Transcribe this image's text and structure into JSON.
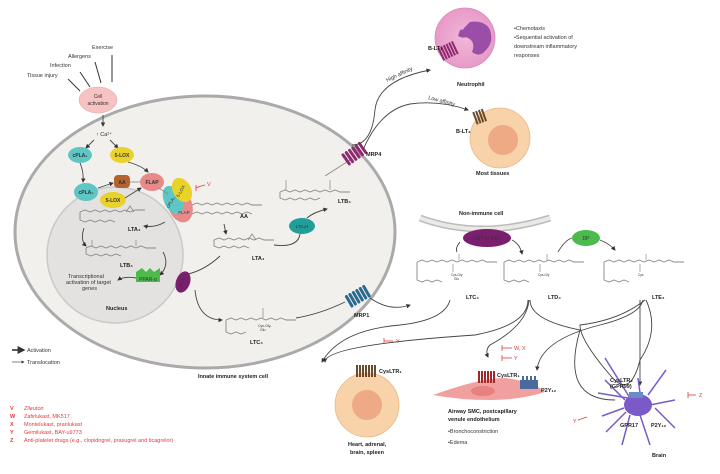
{
  "triggers": [
    "Exercise",
    "Allergens",
    "Infection",
    "Tissue injury"
  ],
  "cell_activation": [
    "Cell",
    "activation"
  ],
  "calcium": "↑ Ca²⁺",
  "enzymes": {
    "cpla2_a": "cPLA₂",
    "lox5_a": "5-LOX",
    "cpla2_b": "cPLA₂",
    "aa_enzyme": "AA",
    "flap_a": "FLAP",
    "lox5_b": "5-LOX",
    "lox5_c": "5-LOX",
    "cpla2_c": "cPLA₂",
    "flap_b": "FLAP",
    "lta4h": "LTA₄H",
    "ltc4s": "LTC₄S",
    "ppar": "PPAR-α",
    "ggt": "GGT or GGL",
    "dp": "DP"
  },
  "molecules": {
    "aa": "AA",
    "lta4_nucleus": "LTA₄",
    "ltb4_nucleus": "LTB₄",
    "lta4": "LTA₄",
    "ltb4": "LTB₄",
    "ltc4_in": "LTC₄",
    "ltc4": "LTC₄",
    "ltd4": "LTD₄",
    "lte4": "LTE₄"
  },
  "nucleus": {
    "label": "Nucleus",
    "transcription": [
      "Transcriptional",
      "activation of target",
      "genes"
    ]
  },
  "transporters": {
    "mrp4": "MRP4",
    "mrp1": "MRP1"
  },
  "cells": {
    "innate": "Innate immune system cell",
    "non_immune": "Non-immune cell",
    "neutrophil": "Neutrophil",
    "most_tissues": "Most tissues",
    "heart": [
      "Heart, adrenal,",
      "brain, spleen"
    ],
    "airway": [
      "Airway SMC, postcapillary",
      "venule endothelium"
    ],
    "brain": "Brain"
  },
  "receptors": {
    "blt1": "B-LT₁",
    "blt2": "B-LT₂",
    "cysltr1_heart": "CysLTR₁",
    "cysltr1_airway": "CysLTR₁",
    "p2y12_airway": "P2Y₁₂",
    "cysltr2_brain": [
      "CysLTR₂",
      "(GPR99)"
    ],
    "gpr17": "GPR17",
    "p2y12_brain": "P2Y₁₂"
  },
  "affinity": {
    "high": "High affinity",
    "low": "Low affinity"
  },
  "neutrophil_effects": [
    "•Chemotaxis",
    "•Sequential activation of",
    "downstream inflammatory",
    "responses"
  ],
  "airway_effects": [
    "•Bronchoconstriction",
    "•Edema"
  ],
  "legend": {
    "activation": "Activation",
    "translocation": "Translocation"
  },
  "inhibition_marks": {
    "lox": "V",
    "heart": "Y",
    "airway_1": "W, X",
    "airway_2": "Y",
    "brain_left": "Y",
    "brain_right": "Z"
  },
  "drugs": [
    {
      "key": "V",
      "text": "Zileuton"
    },
    {
      "key": "W",
      "text": "Zafirlukast, MK517"
    },
    {
      "key": "X",
      "text": "Montelukast, pranlukast"
    },
    {
      "key": "Y",
      "text": "Gemilukast, BAY-u9773"
    },
    {
      "key": "Z",
      "text": "Anti-platelet drugs (e.g., clopidogrel, prasugrel and ticagrelor)"
    }
  ],
  "colors": {
    "cpla2": "#5ec6c4",
    "lox5": "#e9d22a",
    "flap": "#e98a8a",
    "aa_enzyme": "#b5622e",
    "ppar": "#4cbb4c",
    "ltc4s": "#7a1f6e",
    "ggt": "#7a1f6e",
    "dp": "#4cbb4c",
    "lta4h": "#1f9e9a",
    "inhibitor": "#e03c3c"
  }
}
